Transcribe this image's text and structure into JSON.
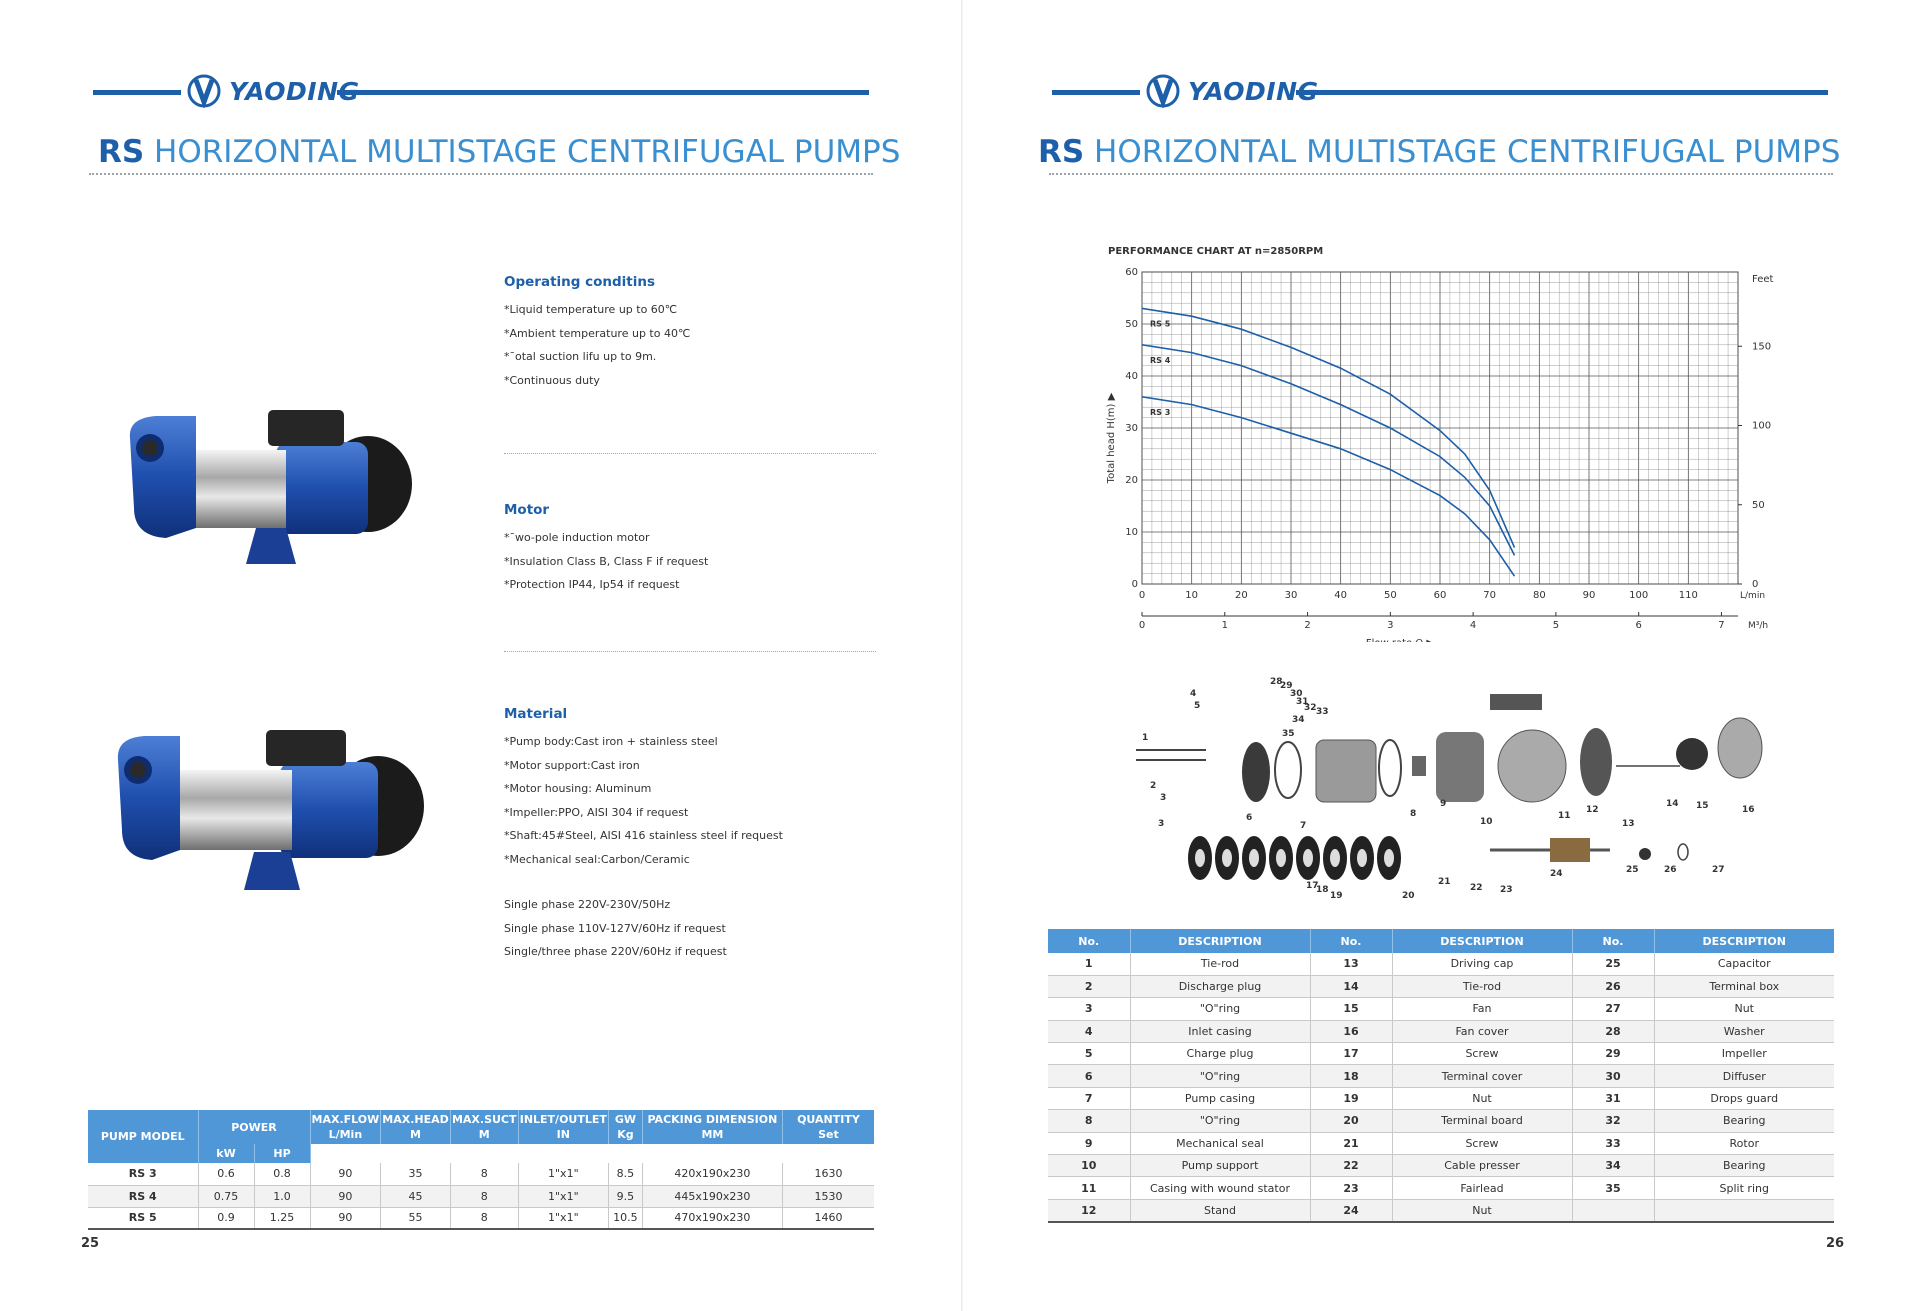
{
  "brand": {
    "name": "YAODING",
    "color": "#1d5fa8",
    "accent": "#3a8fd0",
    "table_header": "#4f97d7"
  },
  "left_page": {
    "title_prefix": "RS",
    "title_rest": " HORIZONTAL MULTISTAGE CENTRIFUGAL PUMPS",
    "page_number": "25",
    "operating": {
      "heading": "Operating conditins",
      "items": [
        "*Liquid temperature up to 60℃",
        "*Ambient temperature up to 40℃",
        "*¯otal suction lifu up to 9m.",
        "*Continuous duty"
      ]
    },
    "motor": {
      "heading": "Motor",
      "items": [
        "*¯wo-pole induction motor",
        "*Insulation Class B, Class F if request",
        "*Protection IP44, Ip54 if request"
      ]
    },
    "material": {
      "heading": "Material",
      "items": [
        "*Pump body:Cast iron + stainless steel",
        "*Motor support:Cast iron",
        "*Motor housing: Aluminum",
        "*Impeller:PPO, AISI 304 if request",
        "*Shaft:45#Steel, AISI 416 stainless steel if request",
        "*Mechanical seal:Carbon/Ceramic"
      ]
    },
    "voltages": [
      "Single phase 220V-230V/50Hz",
      "Single phase 110V-127V/60Hz if request",
      "Single/three phase 220V/60Hz if request"
    ],
    "spec_table": {
      "h_model": "PUMP MODEL",
      "h_power": "POWER",
      "h_kw": "kW",
      "h_hp": "HP",
      "h_flow1": "MAX.FLOW",
      "h_flow2": "L/Min",
      "h_head1": "MAX.HEAD",
      "h_head2": "M",
      "h_suct1": "MAX.SUCT",
      "h_suct2": "M",
      "h_io1": "INLET/OUTLET",
      "h_io2": "IN",
      "h_gw1": "GW",
      "h_gw2": "Kg",
      "h_pack1": "PACKING DIMENSION",
      "h_pack2": "MM",
      "h_qty1": "QUANTITY",
      "h_qty2": "Set",
      "rows": [
        [
          "RS 3",
          "0.6",
          "0.8",
          "90",
          "35",
          "8",
          "1\"x1\"",
          "8.5",
          "420x190x230",
          "1630"
        ],
        [
          "RS 4",
          "0.75",
          "1.0",
          "90",
          "45",
          "8",
          "1\"x1\"",
          "9.5",
          "445x190x230",
          "1530"
        ],
        [
          "RS 5",
          "0.9",
          "1.25",
          "90",
          "55",
          "8",
          "1\"x1\"",
          "10.5",
          "470x190x230",
          "1460"
        ]
      ]
    }
  },
  "right_page": {
    "title_prefix": "RS",
    "title_rest": " HORIZONTAL MULTISTAGE CENTRIFUGAL PUMPS",
    "page_number": "26",
    "chart_title": "PERFORMANCE CHART AT n=2850RPM",
    "parts_table": {
      "h_no": "No.",
      "h_desc": "DESCRIPTION",
      "rows": [
        [
          "1",
          "Tie-rod",
          "13",
          "Driving cap",
          "25",
          "Capacitor"
        ],
        [
          "2",
          "Discharge plug",
          "14",
          "Tie-rod",
          "26",
          "Terminal box"
        ],
        [
          "3",
          "\"O\"ring",
          "15",
          "Fan",
          "27",
          "Nut"
        ],
        [
          "4",
          "Inlet casing",
          "16",
          "Fan cover",
          "28",
          "Washer"
        ],
        [
          "5",
          "Charge plug",
          "17",
          "Screw",
          "29",
          "Impeller"
        ],
        [
          "6",
          "\"O\"ring",
          "18",
          "Terminal cover",
          "30",
          "Diffuser"
        ],
        [
          "7",
          "Pump casing",
          "19",
          "Nut",
          "31",
          "Drops guard"
        ],
        [
          "8",
          "\"O\"ring",
          "20",
          "Terminal board",
          "32",
          "Bearing"
        ],
        [
          "9",
          "Mechanical seal",
          "21",
          "Screw",
          "33",
          "Rotor"
        ],
        [
          "10",
          "Pump support",
          "22",
          "Cable presser",
          "34",
          "Bearing"
        ],
        [
          "11",
          "Casing with wound stator",
          "23",
          "Fairlead",
          "35",
          "Split ring"
        ],
        [
          "12",
          "Stand",
          "24",
          "Nut",
          "",
          ""
        ]
      ]
    },
    "exploded_labels": [
      "1",
      "2",
      "3",
      "3",
      "4",
      "5",
      "6",
      "7",
      "8",
      "9",
      "10",
      "11",
      "12",
      "13",
      "14",
      "15",
      "16",
      "17",
      "18",
      "19",
      "20",
      "21",
      "22",
      "23",
      "24",
      "25",
      "26",
      "27",
      "28",
      "29",
      "30",
      "31",
      "32",
      "33",
      "34",
      "35"
    ]
  },
  "chart_data": {
    "type": "line",
    "title": "PERFORMANCE CHART AT n=2850RPM",
    "xlabel": "Flow rate Q ▶",
    "ylabel": "Total head H(m) ▶",
    "x_unit_primary": "L/min",
    "x_unit_secondary": "M³/h",
    "y_unit_secondary": "Feet",
    "xlim": [
      0,
      120
    ],
    "ylim": [
      0,
      60
    ],
    "x_ticks": [
      0,
      10,
      20,
      30,
      40,
      50,
      60,
      70,
      80,
      90,
      100,
      110
    ],
    "x2_ticks": [
      0,
      1,
      2,
      3,
      4,
      5,
      6,
      7
    ],
    "y_ticks": [
      0,
      10,
      20,
      30,
      40,
      50,
      60
    ],
    "y2_ticks": [
      0,
      50,
      100,
      150
    ],
    "grid": true,
    "series": [
      {
        "name": "RS 5",
        "x": [
          0,
          10,
          20,
          30,
          40,
          50,
          60,
          65,
          70,
          75
        ],
        "y": [
          53,
          51.5,
          49,
          45.5,
          41.5,
          36.5,
          29.5,
          25,
          18,
          7
        ]
      },
      {
        "name": "RS 4",
        "x": [
          0,
          10,
          20,
          30,
          40,
          50,
          60,
          65,
          70,
          75
        ],
        "y": [
          46,
          44.5,
          42,
          38.5,
          34.5,
          30,
          24.5,
          20.5,
          15,
          5.5
        ]
      },
      {
        "name": "RS 3",
        "x": [
          0,
          10,
          20,
          30,
          40,
          50,
          60,
          65,
          70,
          75
        ],
        "y": [
          36,
          34.5,
          32,
          29,
          26,
          22,
          17,
          13.5,
          8.5,
          1.5
        ]
      }
    ]
  }
}
